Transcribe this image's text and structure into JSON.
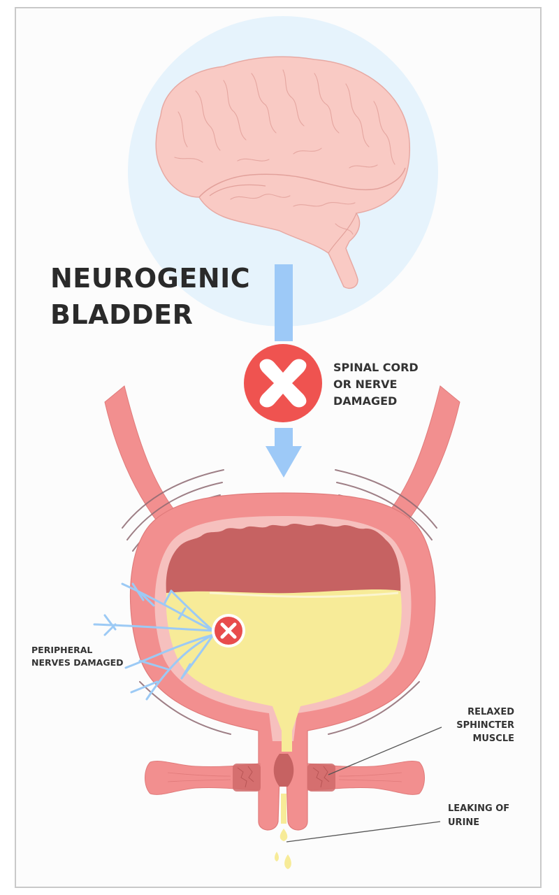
{
  "title": {
    "line1": "NEUROGENIC",
    "line2": "BLADDER"
  },
  "labels": {
    "spinal": [
      "SPINAL CORD",
      "OR NERVE",
      "DAMAGED"
    ],
    "peripheral": [
      "PERIPHERAL",
      "NERVES DAMAGED"
    ],
    "sphincter": [
      "RELAXED",
      "SPHINCTER",
      "MUSCLE"
    ],
    "leaking": [
      "LEAKING OF",
      "URINE"
    ]
  },
  "icons": {
    "brain": "brain-icon",
    "spinal_x": "x-circle-icon",
    "peripheral_x": "x-circle-icon",
    "arrow": "arrow-down-icon"
  },
  "colors": {
    "brain_fill": "#f9cac4",
    "brain_halo": "#e6f3fc",
    "arrow": "#9dc9f7",
    "x_red": "#ef5350",
    "bladder_wall": "#f28f8f",
    "bladder_inner": "#f6c0be",
    "bladder_cavity": "#c66262",
    "urine": "#f7eb98",
    "nerve": "#9ccaf5",
    "text": "#2a2a2a"
  }
}
